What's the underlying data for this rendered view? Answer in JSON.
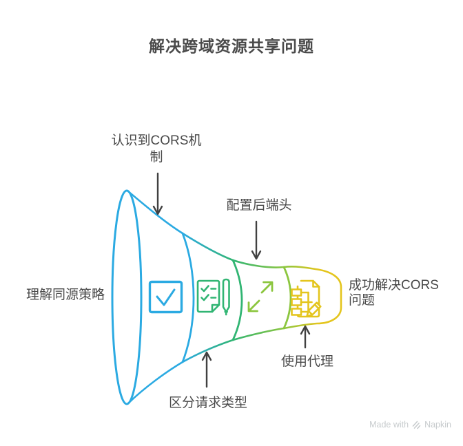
{
  "title": "解决跨域资源共享问题",
  "diagram": {
    "type": "horizontal-funnel",
    "stage_labels": {
      "understand_sop": "理解同源策略",
      "recognize_cors": "认识到CORS机制",
      "distinguish_request_type": "区分请求类型",
      "configure_backend_headers": "配置后端头",
      "use_proxy": "使用代理",
      "outcome": "成功解决CORS问题"
    },
    "icons": [
      "checkbox-check",
      "checklist-with-pen",
      "expand-arrows",
      "document-flow-edit"
    ],
    "colors": {
      "blue": "#2BAAE2",
      "green": "#31B573",
      "yellow_green": "#8CC63F",
      "yellow": "#E4C51D",
      "text": "#4A4A4A",
      "arrow": "#414141",
      "watermark": "#C7CBCD"
    }
  },
  "watermark": {
    "made_with": "Made with",
    "brand": "Napkin"
  }
}
